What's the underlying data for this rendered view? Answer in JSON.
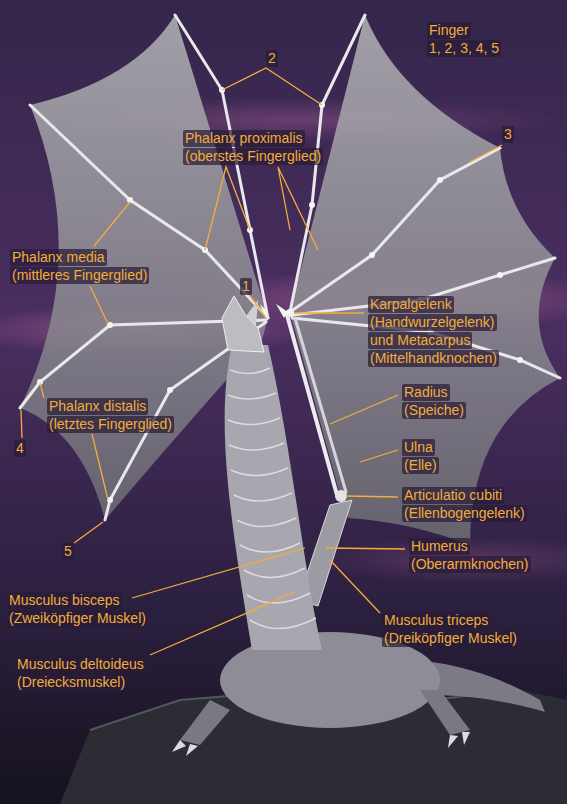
{
  "diagram": {
    "labels": [
      "Finger",
      "1, 2, 3, 4, 5",
      "2",
      "3",
      "Phalanx proximalis",
      "(oberstes Fingerglied)",
      "Phalanx media",
      "(mittleres Fingerglied)",
      "1",
      "Karpalgelenk",
      "(Handwurzelgelenk)",
      "und Metacarpus",
      "(Mittelhandknochen)",
      "Radius",
      "(Speiche)",
      "Phalanx distalis",
      "(letztes Fingerglied)",
      "4",
      "Ulna",
      "(Elle)",
      "Articulatio cubiti",
      "(Ellenbogengelenk)",
      "5",
      "Humerus",
      "(Oberarmknochen)",
      "Musculus bisceps",
      "(Zweiköpfiger Muskel)",
      "Musculus triceps",
      "(Dreiköpfiger Muskel)",
      "Musculus deltoideus",
      "(Dreiecksmuskel)"
    ]
  }
}
